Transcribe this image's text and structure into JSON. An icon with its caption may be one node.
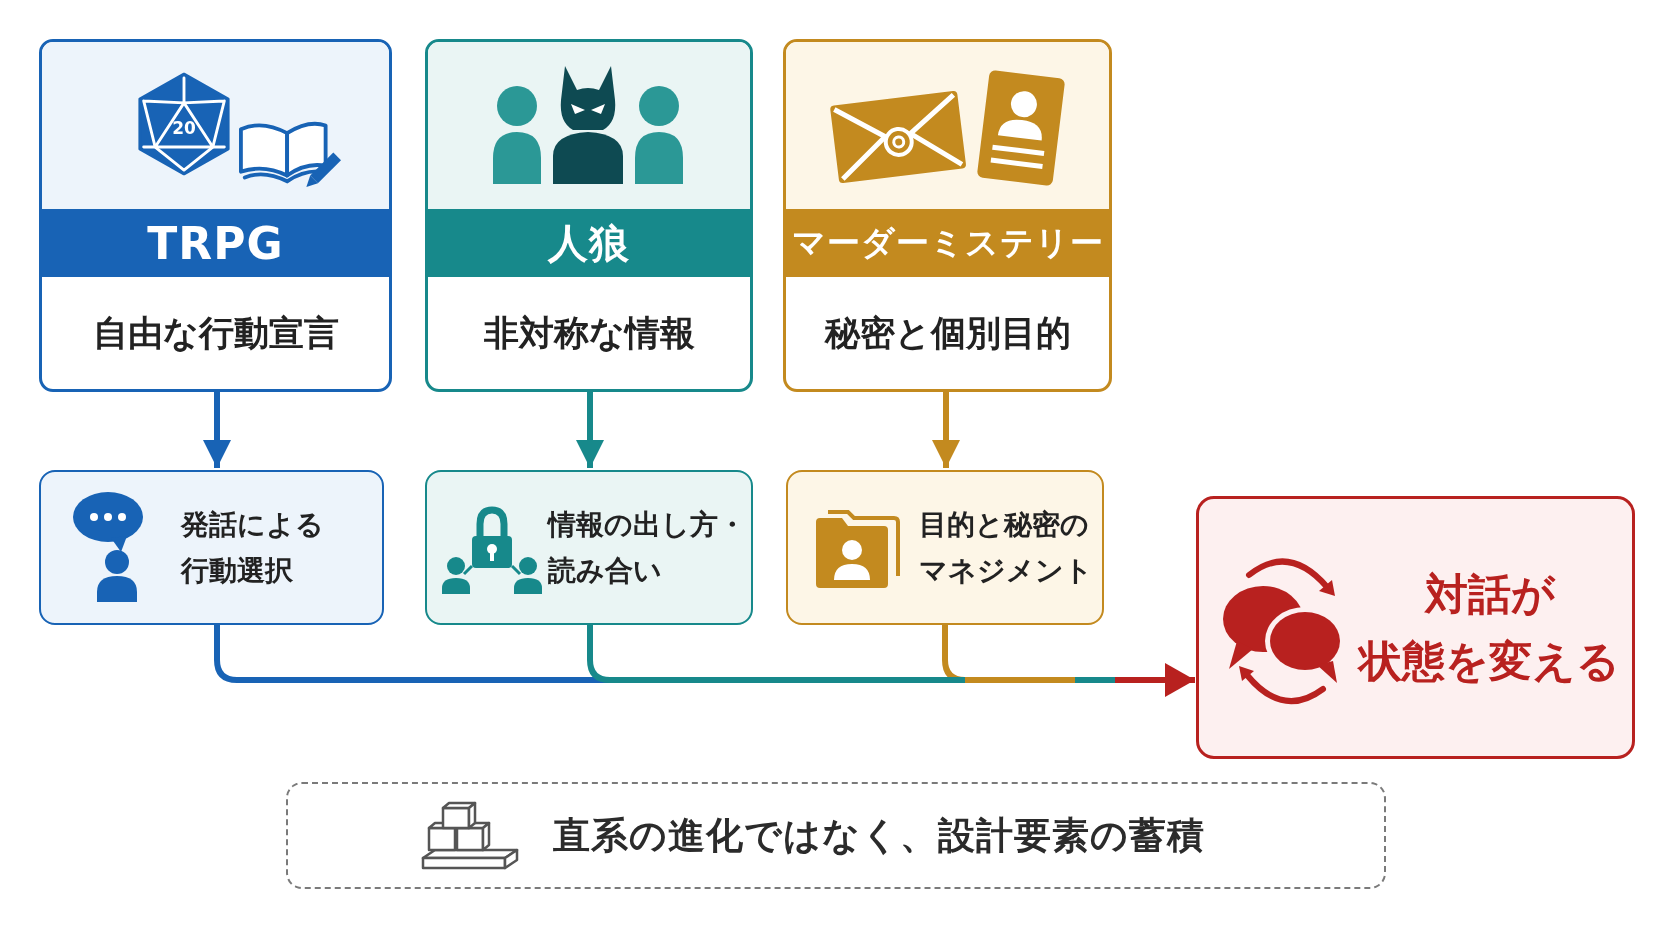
{
  "diagram": {
    "nodes": [
      {
        "text": [
          "TRPG",
          "自由な行動宣言"
        ]
      },
      {
        "text": [
          "人狼",
          "非対称な情報"
        ]
      },
      {
        "text": [
          "マーダーミステリー",
          "秘密と個別目的"
        ]
      },
      {
        "text": [
          "発話による行動選択"
        ]
      },
      {
        "text": [
          "情報の出し方・読み合い"
        ]
      },
      {
        "text": [
          "目的と秘密のマネジメント"
        ]
      },
      {
        "text": [
          "対話が状態を変える"
        ]
      },
      {
        "text": [
          "直系の進化ではなく、設計要素の蓄積"
        ]
      }
    ],
    "edges": [
      {
        "from": 0,
        "to": 3,
        "arrow": "to",
        "color": "#1863b5"
      },
      {
        "from": 1,
        "to": 4,
        "arrow": "to",
        "color": "#17898b"
      },
      {
        "from": 2,
        "to": 5,
        "arrow": "to",
        "color": "#c38a1f"
      },
      {
        "from": 3,
        "to": 6,
        "arrow": "to",
        "color": "#1863b5"
      },
      {
        "from": 4,
        "to": 6,
        "arrow": "to",
        "color": "#17898b"
      },
      {
        "from": 5,
        "to": 6,
        "arrow": "to",
        "color": "#c38a1f"
      }
    ],
    "labels": [
      "20"
    ]
  }
}
